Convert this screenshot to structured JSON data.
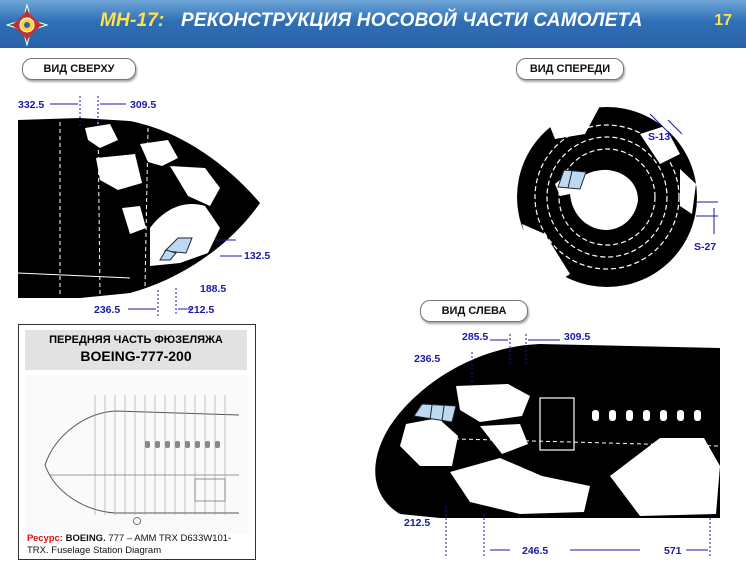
{
  "slide": {
    "title_prefix": "МН-17:",
    "title_main": "РЕКОНСТРУКЦИЯ НОСОВОЙ ЧАСТИ САМОЛЕТА",
    "page_number": "17",
    "logo_icon": "star-emblem-icon"
  },
  "colors": {
    "header_blue": "#2b62a8",
    "title_yellow": "#ffe14a",
    "dimension_blue": "#1a1aa8",
    "fuselage_black": "#000000"
  },
  "views": {
    "top": {
      "label": "ВИД СВЕРХУ",
      "dims": [
        "332.5",
        "309.5",
        "132.5",
        "188.5",
        "236.5",
        "212.5"
      ]
    },
    "front": {
      "label": "ВИД СПЕРЕДИ",
      "dims": [
        "S-13",
        "S-27"
      ]
    },
    "left": {
      "label": "ВИД СЛЕВА",
      "dims": [
        "285.5",
        "309.5",
        "236.5",
        "212.5",
        "246.5",
        "571"
      ]
    }
  },
  "reference_box": {
    "title_line1": "ПЕРЕДНЯЯ ЧАСТЬ ФЮЗЕЛЯЖА",
    "title_line2": "BOEING-777-200",
    "source_label": "Ресурс:",
    "source_brand": "BOEING.",
    "source_text": " 777 – AMM TRX D633W101-TRX.  Fuselage Station Diagram"
  }
}
